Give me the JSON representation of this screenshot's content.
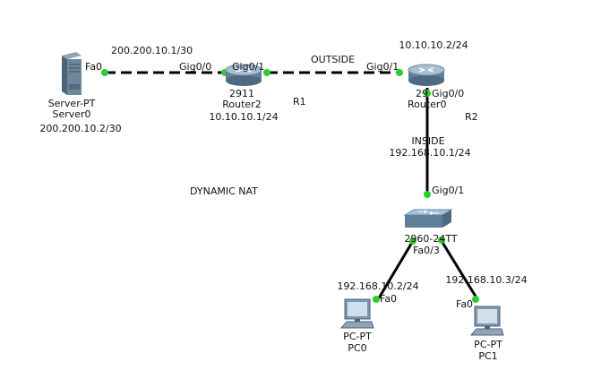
{
  "title": "DYNAMIC NAT",
  "zones": {
    "outside": "OUTSIDE",
    "inside": "INSIDE"
  },
  "devices": {
    "server0": {
      "model": "Server-PT",
      "name": "Server0",
      "ip": "200.200.10.2/30",
      "port": "Fa0",
      "icon": "server-icon"
    },
    "router2": {
      "model": "2911",
      "name": "Router2",
      "ip": "10.10.10.1/24",
      "port_left": "Gig0/0",
      "port_right": "Gig0/1",
      "tag": "R1",
      "icon": "router-icon"
    },
    "router0": {
      "model": "29",
      "name": "Router0",
      "ip_top": "10.10.10.2/24",
      "ip_inside": "192.168.10.1/24",
      "port_left": "Gig0/1",
      "port_bottom": "Gig0/0",
      "tag": "R2",
      "icon": "router-icon"
    },
    "switch": {
      "model": "2960-24TT",
      "port_top": "Gig0/1",
      "port_bottom": "Fa0/3",
      "icon": "switch-icon"
    },
    "pc0": {
      "model": "PC-PT",
      "name": "PC0",
      "ip": "192.168.10.2/24",
      "port": "Fa0",
      "icon": "pc-icon"
    },
    "pc1": {
      "model": "PC-PT",
      "name": "PC1",
      "ip": "192.168.10.3/24",
      "port": "Fa0",
      "icon": "pc-icon"
    }
  },
  "links": {
    "server_router2": "200.200.10.1/30"
  },
  "colors": {
    "link_up": "#2ecc2e",
    "cable": "#000000"
  }
}
